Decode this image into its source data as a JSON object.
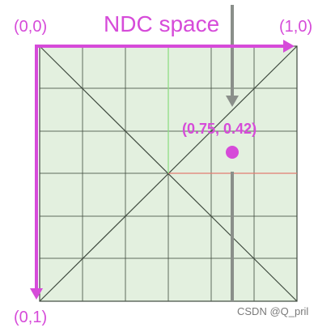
{
  "title": "NDC space",
  "corners": {
    "top_left": "(0,0)",
    "top_right": "(1,0)",
    "bottom_left": "(0,1)"
  },
  "point": {
    "label": "(0.75, 0.42)",
    "u": 0.75,
    "v": 0.42
  },
  "grid": {
    "divisions": 6
  },
  "watermark": "CSDN @Q_pril",
  "colors": {
    "magenta": "#d64bd9",
    "grid_fill": "#e3f0df",
    "grid_line": "#3f4a3f",
    "vertical_line": "#8a8f8a",
    "red_axis": "#e27b72",
    "green_axis": "#8ede84"
  }
}
